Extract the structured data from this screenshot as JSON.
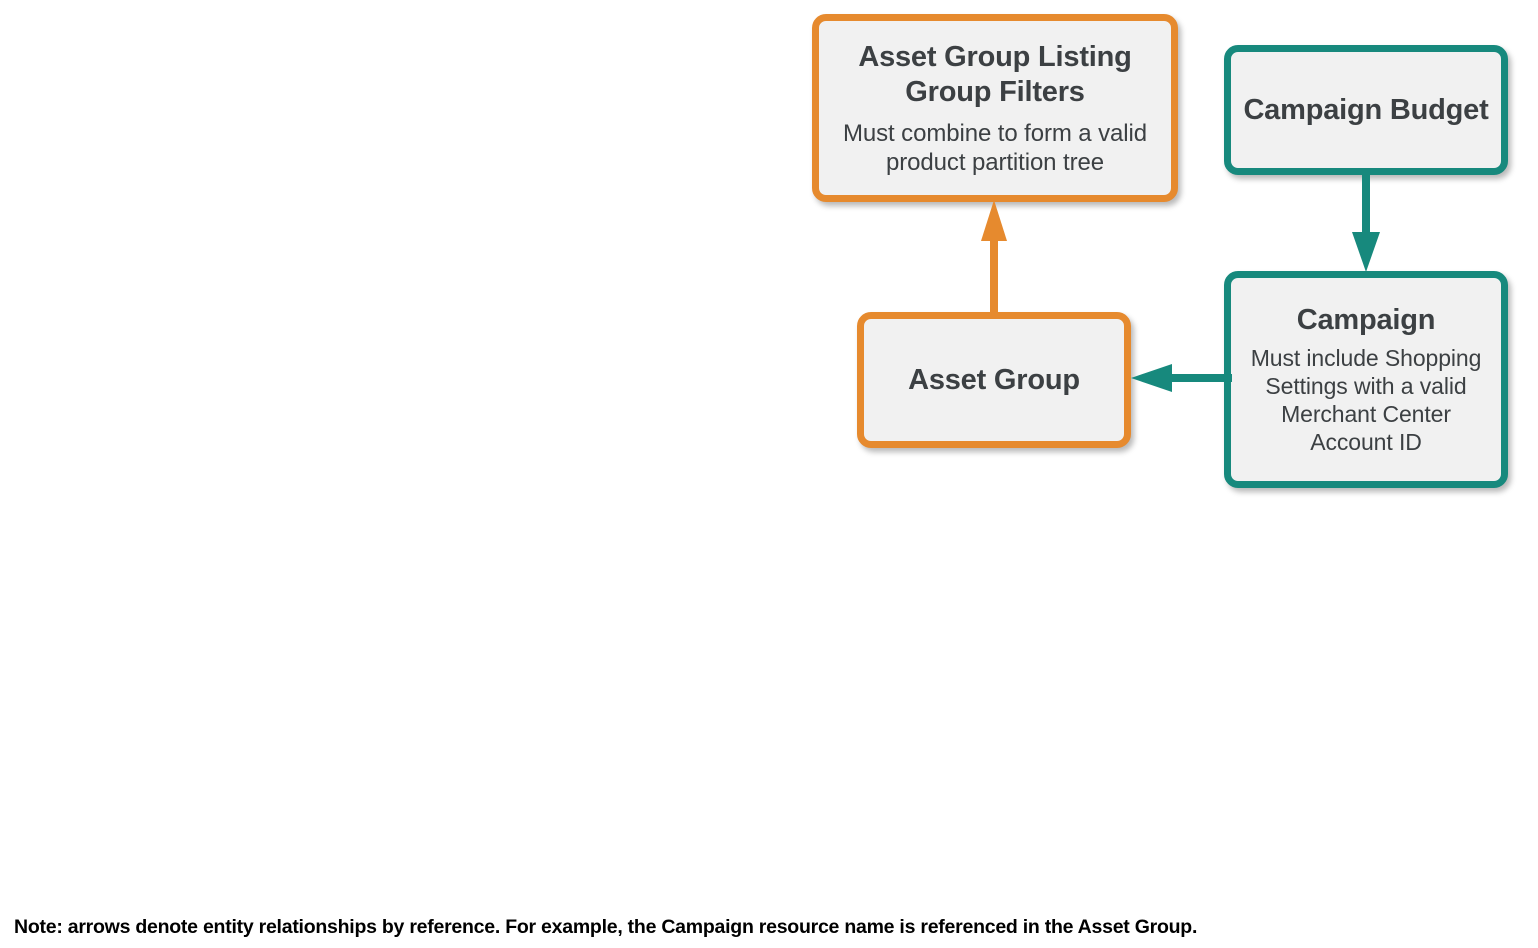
{
  "diagram": {
    "colors": {
      "orange": "#E68A2E",
      "teal": "#17897D",
      "node_fill": "#F1F1F1",
      "text": "#3C4043",
      "note_text": "#000000",
      "background": "#FFFFFF"
    },
    "nodes": [
      {
        "id": "asset-group-listing-group-filters",
        "title": "Asset Group Listing Group Filters",
        "subtitle": "Must combine to form a valid product partition tree",
        "accent": "orange"
      },
      {
        "id": "asset-group",
        "title": "Asset Group",
        "subtitle": "",
        "accent": "orange"
      },
      {
        "id": "campaign-budget",
        "title": "Campaign Budget",
        "subtitle": "",
        "accent": "teal"
      },
      {
        "id": "campaign",
        "title": "Campaign",
        "subtitle": "Must include Shopping Settings with a valid Merchant Center Account ID",
        "accent": "teal"
      }
    ],
    "edges": [
      {
        "id": "asset-group-to-listing-group-filters",
        "from": "asset-group",
        "to": "asset-group-listing-group-filters",
        "direction": "up",
        "color": "#E68A2E"
      },
      {
        "id": "campaign-budget-to-campaign",
        "from": "campaign-budget",
        "to": "campaign",
        "direction": "down",
        "color": "#17897D"
      },
      {
        "id": "campaign-to-asset-group",
        "from": "campaign",
        "to": "asset-group",
        "direction": "left",
        "color": "#17897D"
      }
    ],
    "note": "Note: arrows denote entity relationships by reference. For example, the Campaign resource name is referenced in the Asset Group."
  }
}
